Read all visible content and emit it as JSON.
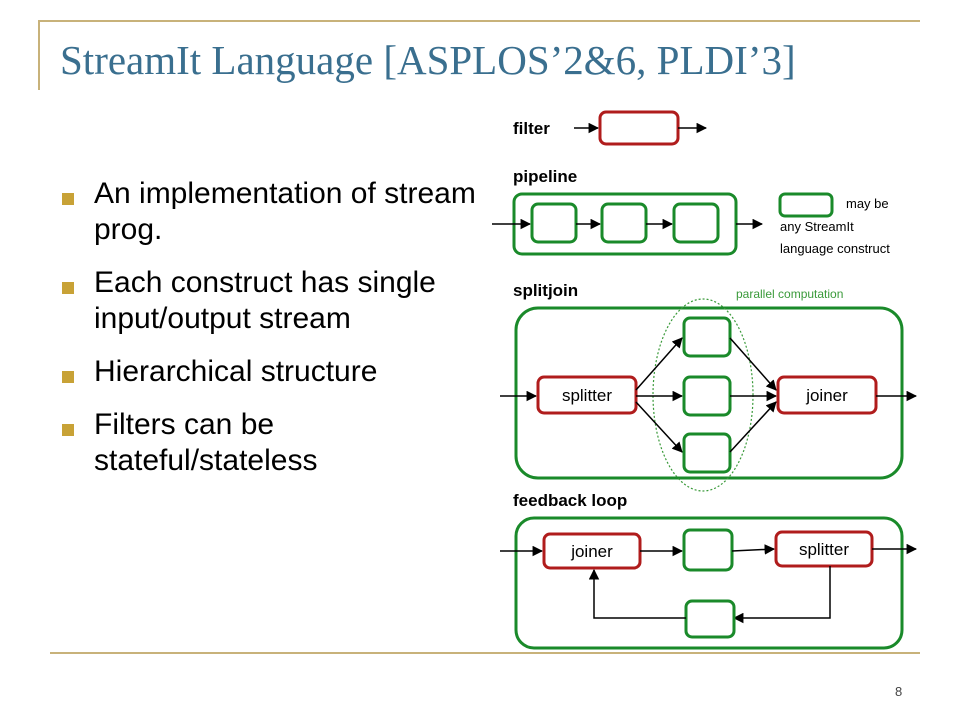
{
  "slide": {
    "title": "StreamIt Language [ASPLOS’2&6, PLDI’3]",
    "page_number": "8"
  },
  "bullets": [
    "An implementation of stream prog.",
    "Each construct has single input/output stream",
    "Hierarchical structure",
    "Filters can be stateful/stateless"
  ],
  "diagram": {
    "filter_label": "filter",
    "pipeline_label": "pipeline",
    "legend_line1": "may be",
    "legend_line2": "any StreamIt",
    "legend_line3": "language construct",
    "splitjoin_label": "splitjoin",
    "parallel_label": "parallel computation",
    "splitter_label": "splitter",
    "joiner_label": "joiner",
    "feedback_label": "feedback loop",
    "fb_joiner_label": "joiner",
    "fb_splitter_label": "splitter"
  },
  "colors": {
    "title": "#3a6f8f",
    "accent_gold": "#c8a236",
    "filter_red": "#b01c1c",
    "construct_green": "#1a8a2a",
    "parallel_green": "#3a9a3a"
  }
}
